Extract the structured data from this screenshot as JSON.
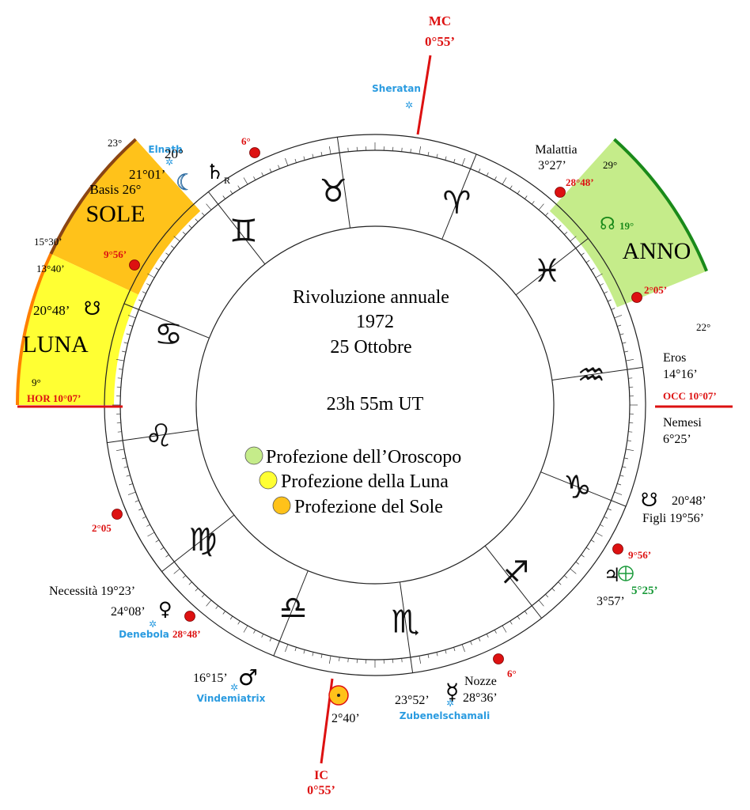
{
  "center": {
    "title": "Rivoluzione annuale",
    "year": "1972",
    "date": "25 Ottobre",
    "time": "23h 55m UT"
  },
  "legend": [
    {
      "label": "Profezione dell’Oroscopo",
      "color": "#c5ec8a"
    },
    {
      "label": "Profezione della Luna",
      "color": "#ffff33"
    },
    {
      "label": "Profezione del Sole",
      "color": "#ffc21a"
    }
  ],
  "signs": [
    "Aries",
    "Taurus",
    "Gemini",
    "Cancer",
    "Leo",
    "Virgo",
    "Libra",
    "Scorpio",
    "Sagittarius",
    "Capricorn",
    "Aquarius",
    "Pisces"
  ],
  "axes": {
    "mc": {
      "label": "MC",
      "degree": "0°55’"
    },
    "ic": {
      "label": "IC",
      "degree": "0°55’"
    },
    "hor": "HOR 10°07’",
    "occ": "OCC 10°07’"
  },
  "sectors": {
    "sole": {
      "label": "SOLE",
      "basis": "Basis 26°",
      "edge_top": "23°",
      "edge_bottom": "15°30’"
    },
    "luna": {
      "label": "LUNA",
      "edge_top": "13°40’",
      "edge_bottom": "9°",
      "node_degree": "20°48’"
    },
    "anno": {
      "label": "ANNO",
      "edge_top": "29°",
      "edge_bottom": "22°",
      "node_degree": "19°"
    }
  },
  "stars": {
    "sheratan": "Sheratan",
    "elnath": "Elnath",
    "denebola": "Denebola",
    "vindemiatrix": "Vindemiatrix",
    "zubenelschamali": "Zubenelschamali"
  },
  "red_markers": {
    "m_6_top": "6°",
    "m_2848_top": "28°48’",
    "m_205_right": "2°05’",
    "m_956_left": "9°56’",
    "m_205_left": "2°05",
    "m_956_right": "9°56’",
    "m_2848_bottom": "28°48’",
    "m_6_bottom": "6°"
  },
  "text_labels": {
    "elnath_degree": "20°",
    "moon_saturn_degree": "21°01’",
    "malattia": "Malattia",
    "malattia_degree": "3°27’",
    "eros": "Eros",
    "eros_degree": "14°16’",
    "nemesi": "Nemesi",
    "nemesi_degree": "6°25’",
    "node_right_degree": "20°48’",
    "figli": "Figli 19°56’",
    "jupiter_degree": "3°57’",
    "fortune_degree": "5°25’",
    "necessita": "Necessità 19°23’",
    "venus_degree": "24°08’",
    "mars_degree": "16°15’",
    "sun_degree": "2°40’",
    "mercury_degree": "23°52’",
    "nozze": "Nozze",
    "nozze_degree": "28°36’"
  },
  "colors": {
    "axis_red": "#dd1111",
    "marker_red": "#dd1111",
    "star_blue": "#2a9be0",
    "anno_green": "#9ee07a",
    "anno_border": "#1a8a1a",
    "fortune_green": "#1a9a3a",
    "sole_fill": "#ffc21a",
    "sole_border": "#8b4513",
    "luna_fill": "#ffff33",
    "luna_border": "#ff7f00"
  }
}
